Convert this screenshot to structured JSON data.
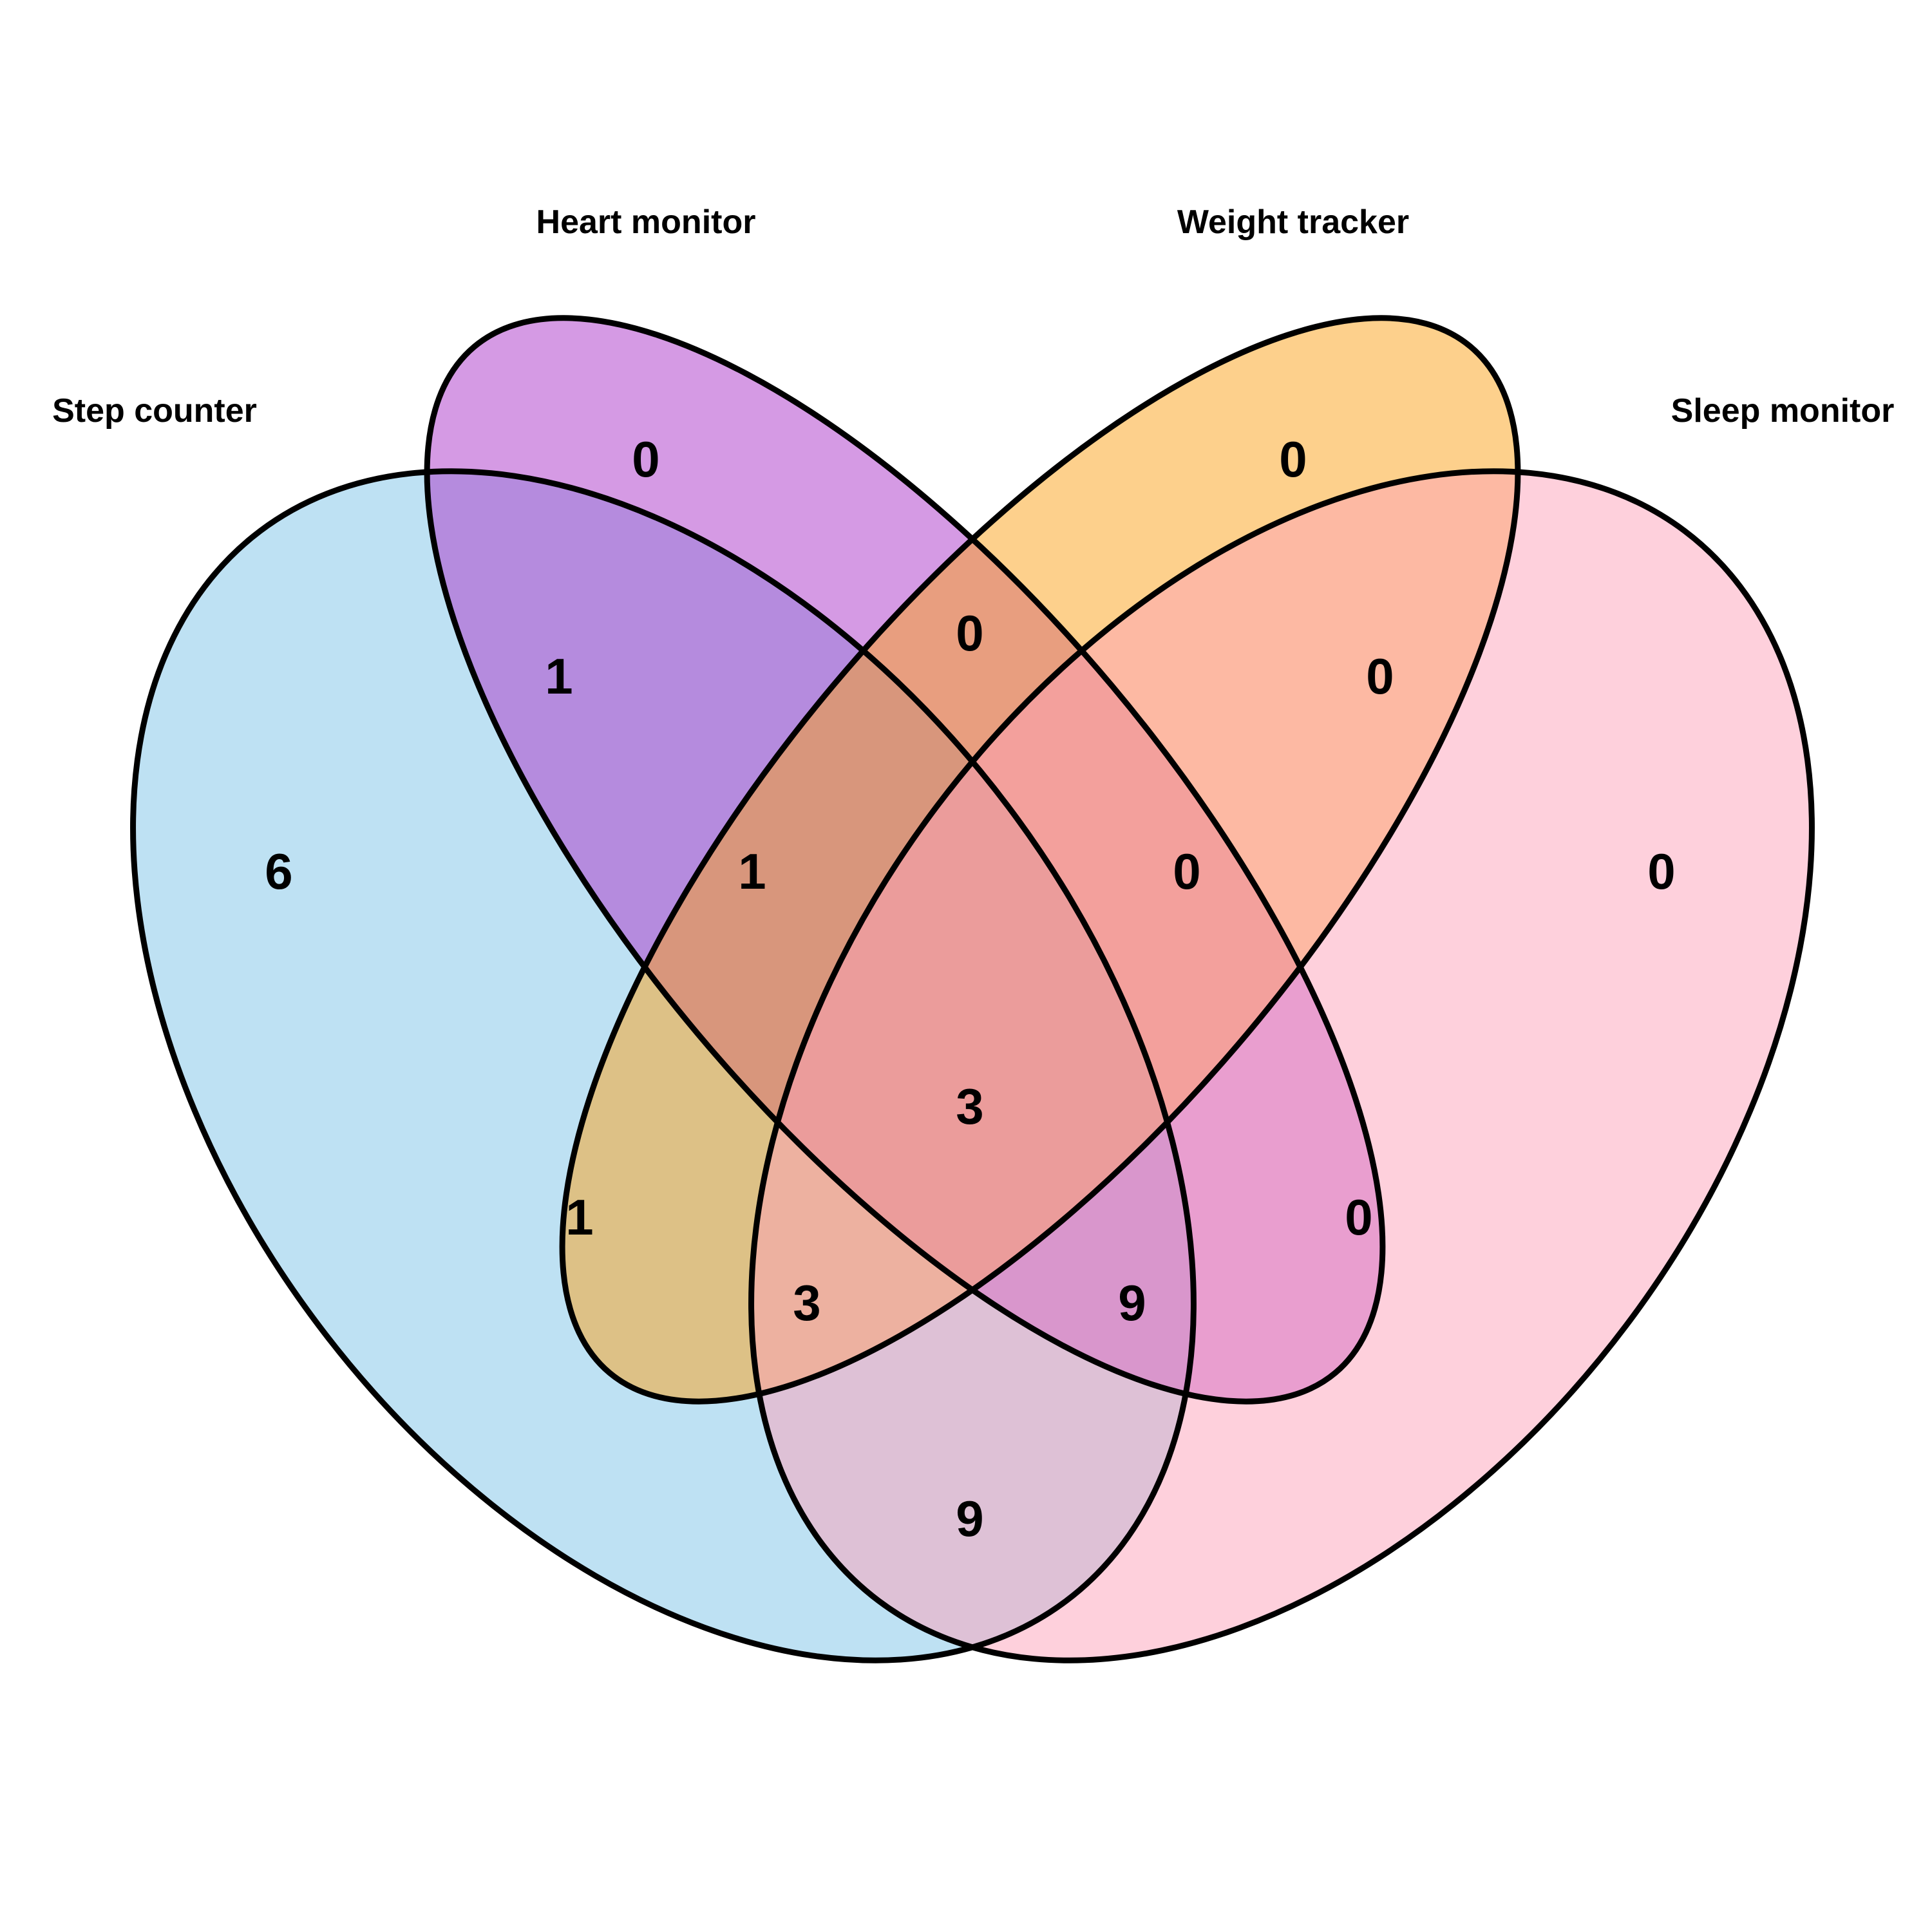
{
  "sets": [
    {
      "key": "step",
      "name": "Step counter",
      "color": "#7DC3E8"
    },
    {
      "key": "heart",
      "name": "Heart monitor",
      "color": "#AB35C9"
    },
    {
      "key": "weight",
      "name": "Weight tracker",
      "color": "#FCA11A"
    },
    {
      "key": "sleep",
      "name": "Sleep monitor",
      "color": "#FDA2BA"
    }
  ],
  "regions": [
    {
      "sets": [
        "step"
      ],
      "count": "6"
    },
    {
      "sets": [
        "heart"
      ],
      "count": "0"
    },
    {
      "sets": [
        "weight"
      ],
      "count": "0"
    },
    {
      "sets": [
        "sleep"
      ],
      "count": "0"
    },
    {
      "sets": [
        "step",
        "heart"
      ],
      "count": "1"
    },
    {
      "sets": [
        "heart",
        "weight"
      ],
      "count": "0"
    },
    {
      "sets": [
        "weight",
        "sleep"
      ],
      "count": "0"
    },
    {
      "sets": [
        "step",
        "heart",
        "weight"
      ],
      "count": "1"
    },
    {
      "sets": [
        "heart",
        "weight",
        "sleep"
      ],
      "count": "0"
    },
    {
      "sets": [
        "step",
        "weight"
      ],
      "count": "1"
    },
    {
      "sets": [
        "step",
        "heart",
        "weight",
        "sleep"
      ],
      "count": "3"
    },
    {
      "sets": [
        "heart",
        "sleep"
      ],
      "count": "0"
    },
    {
      "sets": [
        "step",
        "weight",
        "sleep"
      ],
      "count": "3"
    },
    {
      "sets": [
        "step",
        "heart",
        "sleep"
      ],
      "count": "9"
    },
    {
      "sets": [
        "step",
        "sleep"
      ],
      "count": "9"
    }
  ]
}
